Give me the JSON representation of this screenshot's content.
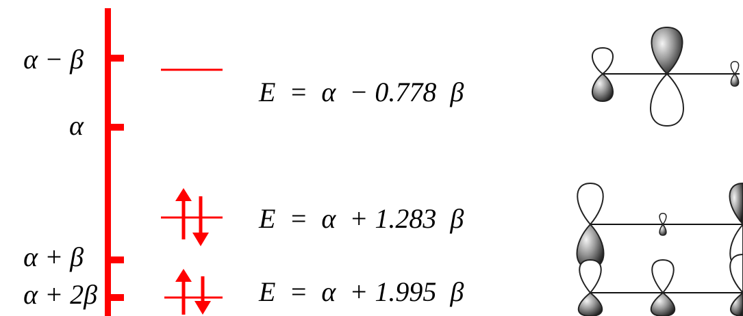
{
  "colors": {
    "axis": "#ff0000",
    "text": "#000000",
    "orbital_outline": "#222222",
    "shaded_dark": "#2a2a2a",
    "shaded_light": "#f0f0f0"
  },
  "axis_labels": [
    {
      "id": "alpha-minus-beta",
      "text": "α − β"
    },
    {
      "id": "alpha",
      "text": "α"
    },
    {
      "id": "alpha-plus-beta",
      "text": "α + β"
    },
    {
      "id": "alpha-plus-2beta",
      "text": "α + 2β"
    }
  ],
  "levels": [
    {
      "id": "antibonding",
      "label": "E  =  α  − 0.778  β",
      "electrons": 0
    },
    {
      "id": "nonbonding",
      "label": "E  =  α  + 1.283  β",
      "electrons": 2
    },
    {
      "id": "bonding",
      "label": "E  =  α  + 1.995  β",
      "electrons": 2
    }
  ],
  "electron_icons": {
    "up": "up-arrow-icon",
    "down": "down-arrow-icon"
  }
}
